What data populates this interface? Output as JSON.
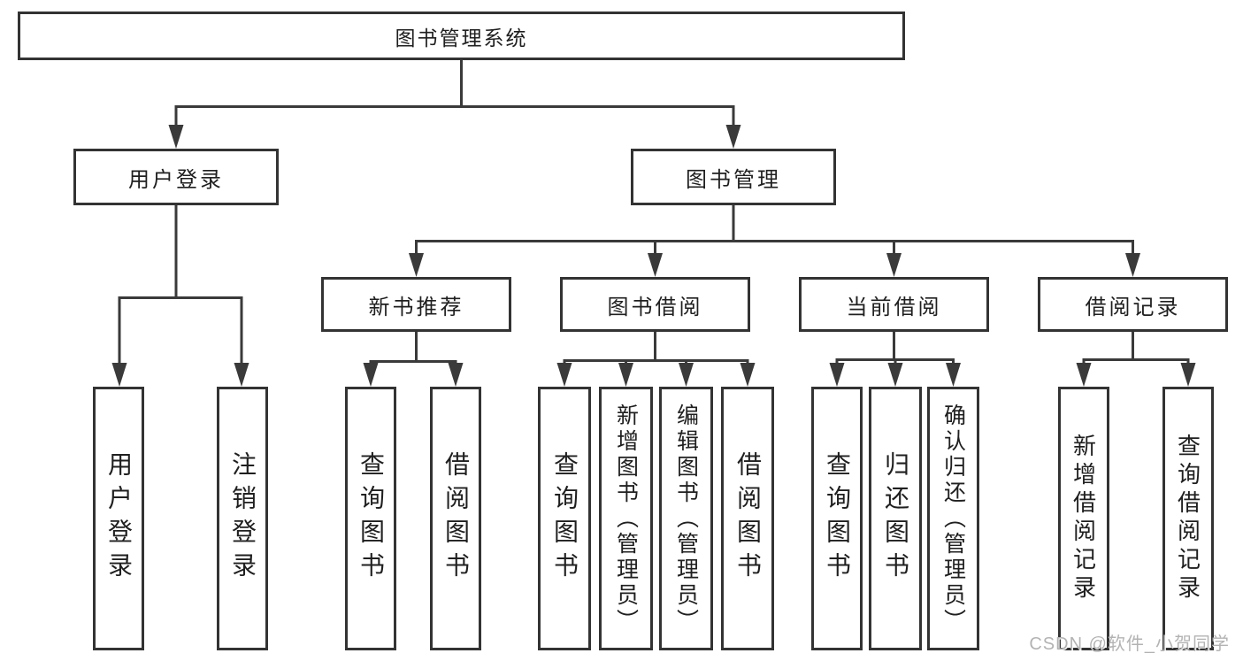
{
  "tree": {
    "root": {
      "label": "图书管理系统"
    },
    "branches": [
      {
        "label": "用户登录",
        "leaves": [
          {
            "label": "用户登录"
          },
          {
            "label": "注销登录"
          }
        ]
      },
      {
        "label": "图书管理",
        "groups": [
          {
            "label": "新书推荐",
            "leaves": [
              {
                "label": "查询图书"
              },
              {
                "label": "借阅图书"
              }
            ]
          },
          {
            "label": "图书借阅",
            "leaves": [
              {
                "label": "查询图书"
              },
              {
                "label": "新增图书（管理员）"
              },
              {
                "label": "编辑图书（管理员）"
              },
              {
                "label": "借阅图书"
              }
            ]
          },
          {
            "label": "当前借阅",
            "leaves": [
              {
                "label": "查询图书"
              },
              {
                "label": "归还图书"
              },
              {
                "label": "确认归还（管理员）"
              }
            ]
          },
          {
            "label": "借阅记录",
            "leaves": [
              {
                "label": "新增借阅记录"
              },
              {
                "label": "查询借阅记录"
              }
            ]
          }
        ]
      }
    ]
  },
  "watermark": {
    "text": "CSDN @软件_小贺同学"
  },
  "colors": {
    "line": "#3a3a3a",
    "box_border": "#333333",
    "label_text": "#1f1f1f",
    "watermark_text": "#b3b3b3",
    "background": "#ffffff"
  }
}
